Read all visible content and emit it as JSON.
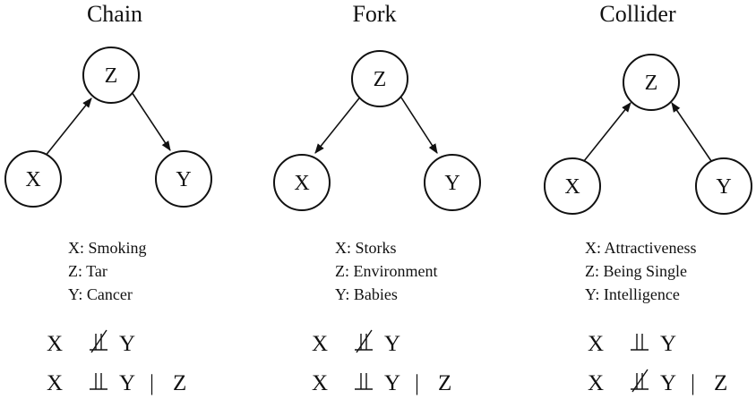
{
  "diagrams": [
    {
      "title": "Chain",
      "nodes": {
        "z": "Z",
        "x": "X",
        "y": "Y"
      },
      "edges": [
        "x->z",
        "z->y"
      ],
      "legend": [
        "X: Smoking",
        "Z: Tar",
        "Y: Cancer"
      ],
      "relations": [
        {
          "left": "X",
          "independent": false,
          "right": "Y",
          "given": ""
        },
        {
          "left": "X",
          "independent": true,
          "right": "Y",
          "given": "Z"
        }
      ]
    },
    {
      "title": "Fork",
      "nodes": {
        "z": "Z",
        "x": "X",
        "y": "Y"
      },
      "edges": [
        "z->x",
        "z->y"
      ],
      "legend": [
        "X: Storks",
        "Z: Environment",
        "Y: Babies"
      ],
      "relations": [
        {
          "left": "X",
          "independent": false,
          "right": "Y",
          "given": ""
        },
        {
          "left": "X",
          "independent": true,
          "right": "Y",
          "given": "Z"
        }
      ]
    },
    {
      "title": "Collider",
      "nodes": {
        "z": "Z",
        "x": "X",
        "y": "Y"
      },
      "edges": [
        "x->z",
        "y->z"
      ],
      "legend": [
        "X: Attractiveness",
        "Z: Being Single",
        "Y: Intelligence"
      ],
      "relations": [
        {
          "left": "X",
          "independent": true,
          "right": "Y",
          "given": ""
        },
        {
          "left": "X",
          "independent": false,
          "right": "Y",
          "given": "Z"
        }
      ]
    }
  ],
  "colors": {
    "ink": "#111111",
    "background": "#ffffff"
  }
}
